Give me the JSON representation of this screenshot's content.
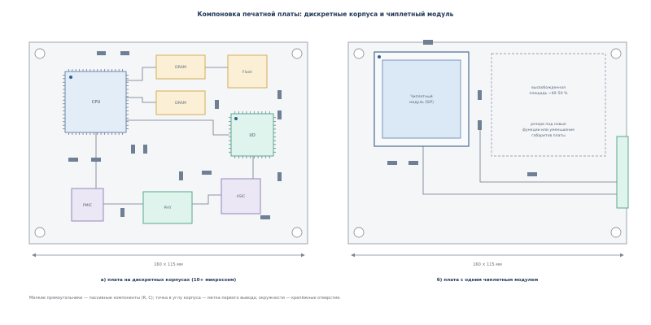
{
  "title": "Компоновка печатной платы: дискретные корпуса и чиплетный модуль",
  "left_panel": {
    "components": {
      "cpu": "CPU",
      "dram1": "DRAM",
      "dram2": "DRAM",
      "flash": "Flash",
      "io": "I/O",
      "pmic": "PMIC",
      "phy": "PHY",
      "asic": "ASIC"
    },
    "dimension": "160 × 115 мм",
    "caption": "а) плата на дискретных корпусах (10+ микросхем)"
  },
  "right_panel": {
    "module_label_line1": "Чиплетный",
    "module_label_line2": "модуль (SiP)",
    "freed_area_line1": "высвобожденная",
    "freed_area_line2": "площадь ~40–50 %",
    "reserve_line1": "резерв под новые",
    "reserve_line2": "функции или уменьшение",
    "reserve_line3": "габаритов платы",
    "dimension": "160 × 115 мм",
    "caption": "б) плата с одним чиплетным модулем"
  },
  "footnote": "Мелкие прямоугольники — пассивные компоненты (R, C); точка в углу корпуса — метка первого вывода; окружности — крепёжные отверстия.",
  "colors": {
    "cpu_fill": "#e3edf8",
    "cpu_stroke": "#6d89ad",
    "dram_fill": "#fbf0d6",
    "dram_stroke": "#d4ac55",
    "io_fill": "#e0f4ee",
    "io_stroke": "#5aa78f",
    "pmic_fill": "#ebe7f5",
    "pmic_stroke": "#9486bd",
    "phy_fill": "#e0f4ee",
    "phy_stroke": "#5aa78f",
    "pin1_dot": "#2e5f95"
  }
}
